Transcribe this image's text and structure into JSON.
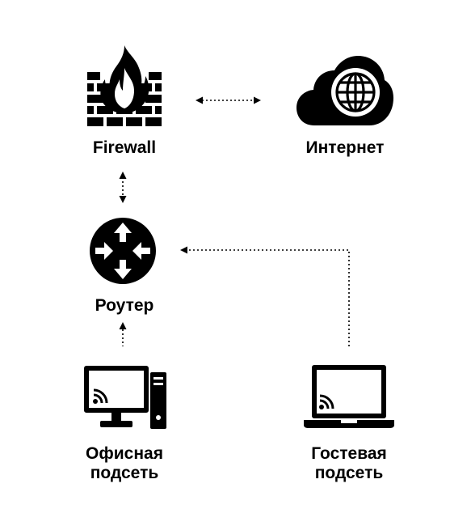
{
  "nodes": {
    "firewall": {
      "label": "Firewall",
      "icon": "firewall-icon"
    },
    "internet": {
      "label": "Интернет",
      "icon": "cloud-globe-icon"
    },
    "router": {
      "label": "Роутер",
      "icon": "router-icon"
    },
    "office": {
      "label_line1": "Офисная",
      "label_line2": "подсеть",
      "icon": "desktop-computer-icon"
    },
    "guest": {
      "label_line1": "Гостевая",
      "label_line2": "подсеть",
      "icon": "laptop-icon"
    }
  },
  "edges": [
    {
      "from": "firewall",
      "to": "internet",
      "direction": "both",
      "style": "dotted"
    },
    {
      "from": "firewall",
      "to": "router",
      "direction": "both",
      "style": "dotted"
    },
    {
      "from": "office",
      "to": "router",
      "direction": "to",
      "style": "dotted"
    },
    {
      "from": "guest",
      "to": "router",
      "direction": "to",
      "style": "dotted"
    }
  ],
  "colors": {
    "foreground": "#000000",
    "background": "#ffffff"
  }
}
